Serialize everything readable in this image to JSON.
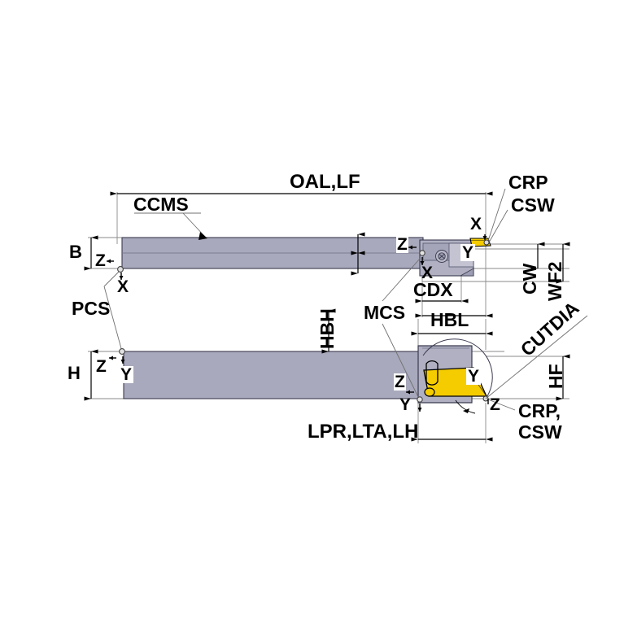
{
  "drawing": {
    "title": "Turning Tool Holder Dimensional Diagram",
    "type": "engineering-dimension-drawing",
    "background_color": "#ffffff",
    "views": [
      {
        "name": "top-view",
        "description": "Side elevation of tool holder shank with cutting head at right"
      },
      {
        "name": "bottom-view",
        "description": "Plan view of tool holder shank with cutting head at right"
      }
    ],
    "colors": {
      "shank_fill": "#a9a9bd",
      "head_fill": "#b3b3c4",
      "insert_fill": "#f5cc00",
      "insert_stroke": "#000000",
      "line": "#000000",
      "thin_line": "#808080",
      "text": "#000000"
    }
  },
  "labels": {
    "oal_lf": "OAL,LF",
    "ccms": "CCMS",
    "crp": "CRP",
    "csw": "CSW",
    "b": "B",
    "z_top_left": "Z",
    "x_top_left": "X",
    "pcs": "PCS",
    "z_top_mid": "Z",
    "x_top_mid": "X",
    "y_top_head": "Y",
    "x_top_head": "X",
    "cdx": "CDX",
    "cw": "CW",
    "wf2": "WF2",
    "mcs": "MCS",
    "hbh": "HBH",
    "hbl": "HBL",
    "h": "H",
    "z_bot_left": "Z",
    "y_bot_left": "Y",
    "z_bot_mid": "Z",
    "y_bot_mid": "Y",
    "y_bot_head": "Y",
    "z_bot_head": "Z",
    "cutdia": "CUTDIA",
    "hf": "HF",
    "crp_csw_1": "CRP,",
    "crp_csw_2": "CSW",
    "lpr_lta_lh": "LPR,LTA,LH"
  }
}
